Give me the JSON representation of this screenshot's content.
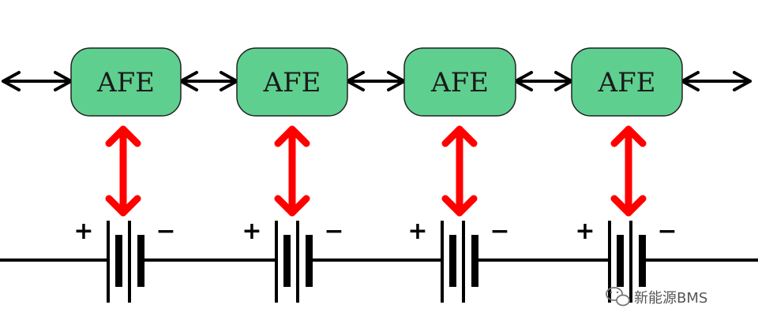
{
  "colors": {
    "afe_fill": "#5ecf8f",
    "afe_stroke": "#222222",
    "daisy_chain_arrow": "#000000",
    "measurement_arrow": "#ff0000",
    "battery": "#000000"
  },
  "afe_units": [
    {
      "label": "AFE"
    },
    {
      "label": "AFE"
    },
    {
      "label": "AFE"
    },
    {
      "label": "AFE"
    }
  ],
  "cells": [
    {
      "plus": "+",
      "minus": "−"
    },
    {
      "plus": "+",
      "minus": "−"
    },
    {
      "plus": "+",
      "minus": "−"
    },
    {
      "plus": "+",
      "minus": "−"
    }
  ],
  "icons": {
    "watermark": "wechat-icon"
  },
  "watermark": "新能源BMS"
}
